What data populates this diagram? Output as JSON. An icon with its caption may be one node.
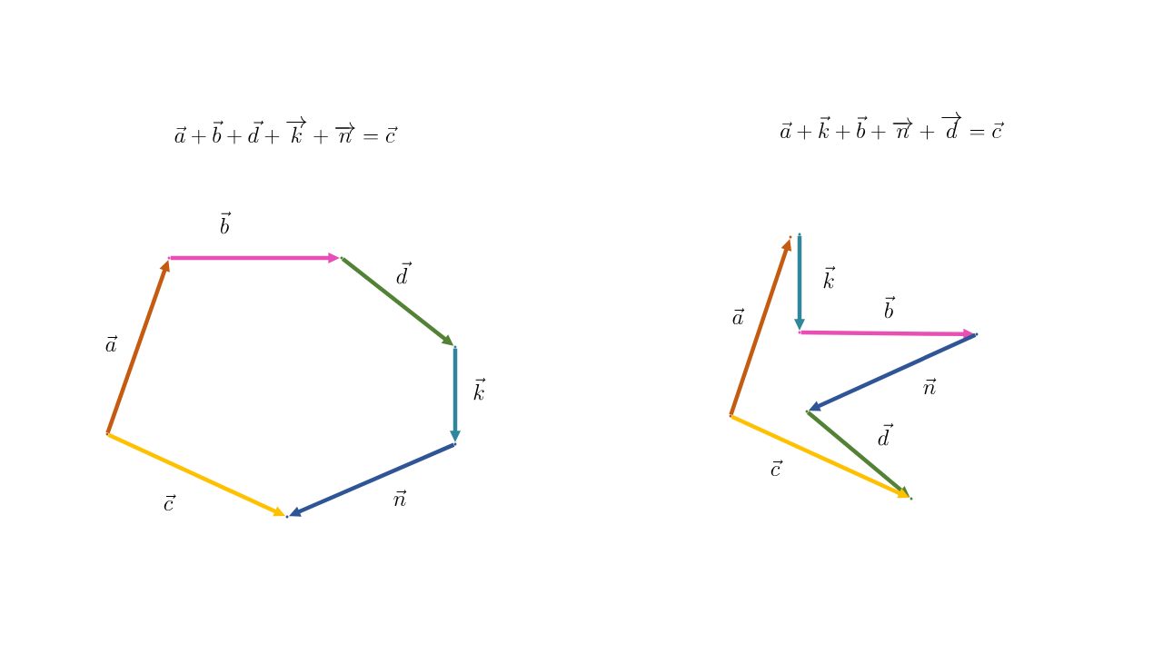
{
  "diagram": {
    "nodes": [
      {
        "text": [],
        "shape": "point"
      },
      {
        "text": [],
        "shape": "point"
      },
      {
        "text": [],
        "shape": "point"
      },
      {
        "text": [],
        "shape": "point"
      },
      {
        "text": [],
        "shape": "point"
      },
      {
        "text": [],
        "shape": "point"
      },
      {
        "text": [],
        "shape": "point"
      },
      {
        "text": [],
        "shape": "point"
      },
      {
        "text": [],
        "shape": "point"
      },
      {
        "text": [],
        "shape": "point"
      },
      {
        "text": [],
        "shape": "point"
      },
      {
        "text": [],
        "shape": "point"
      },
      {
        "text": [],
        "shape": "point"
      }
    ],
    "edges": [
      {
        "from": 0,
        "to": 1,
        "arrow": "to",
        "label": "\\vec{a}",
        "color": "#c55a11"
      },
      {
        "from": 1,
        "to": 2,
        "arrow": "to",
        "label": "\\vec{b}",
        "color": "#e84fb5"
      },
      {
        "from": 2,
        "to": 3,
        "arrow": "to",
        "label": "\\vec{d}",
        "color": "#548235"
      },
      {
        "from": 3,
        "to": 4,
        "arrow": "to",
        "label": "\\vec{k}",
        "color": "#31869b"
      },
      {
        "from": 4,
        "to": 5,
        "arrow": "to",
        "label": "\\vec{n}",
        "color": "#2f5597"
      },
      {
        "from": 0,
        "to": 5,
        "arrow": "to",
        "label": "\\vec{c}",
        "color": "#ffc000"
      },
      {
        "from": 6,
        "to": 7,
        "arrow": "to",
        "label": "\\vec{a}",
        "color": "#c55a11"
      },
      {
        "from": 8,
        "to": 9,
        "arrow": "to",
        "label": "\\vec{k}",
        "color": "#31869b"
      },
      {
        "from": 9,
        "to": 10,
        "arrow": "to",
        "label": "\\vec{b}",
        "color": "#e84fb5"
      },
      {
        "from": 10,
        "to": 11,
        "arrow": "to",
        "label": "\\vec{n}",
        "color": "#2f5597"
      },
      {
        "from": 11,
        "to": 12,
        "arrow": "to",
        "label": "\\vec{d}",
        "color": "#548235"
      },
      {
        "from": 6,
        "to": 12,
        "arrow": "to",
        "label": "\\vec{c}",
        "color": "#ffc000"
      }
    ],
    "labels": [
      "\\vec{a}+\\vec{b}+\\vec{d}+\\overrightarrow{k}+\\overrightarrow{n}=\\vec{c}",
      "\\vec{a}+\\vec{k}+\\vec{b}+\\overrightarrow{n}+\\overrightarrow{d}=\\vec{c}"
    ]
  }
}
